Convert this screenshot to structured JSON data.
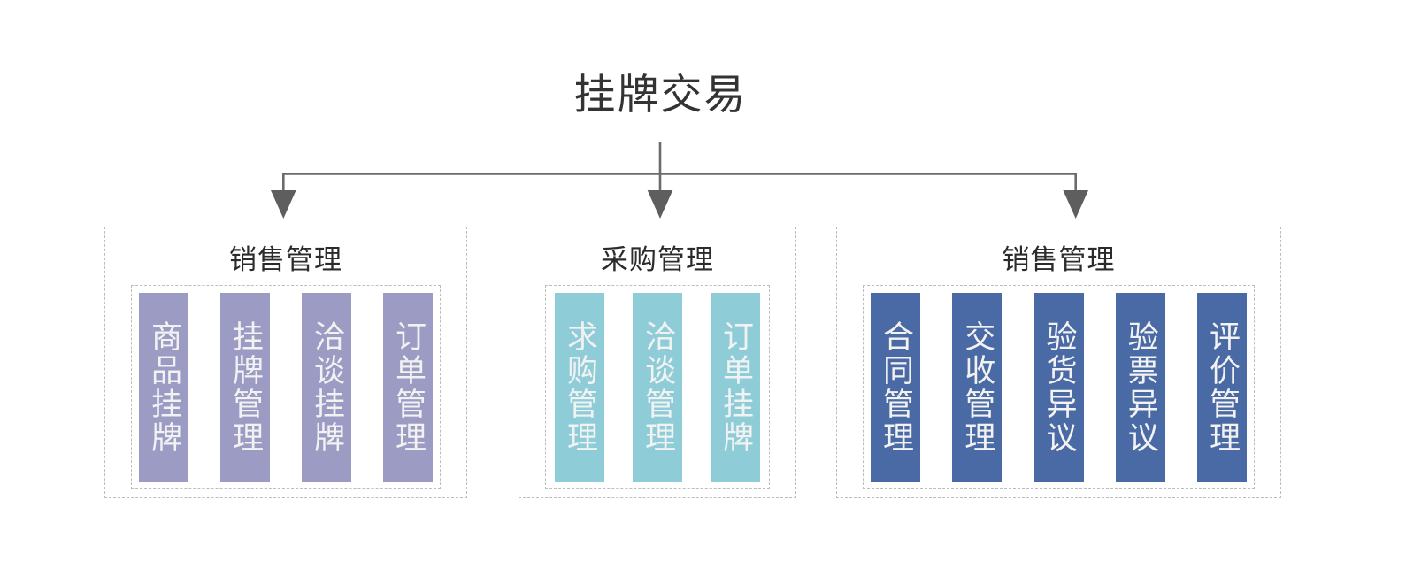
{
  "diagram": {
    "type": "hierarchy-tree",
    "root": {
      "label": "挂牌交易"
    },
    "connector": {
      "line_color": "#6b6b6b",
      "arrow_count": 3,
      "style": "orthogonal-elbow-with-arrowheads"
    },
    "groups": [
      {
        "title": "销售管理",
        "accent": "#9b9bc4",
        "text_color": "#f2f2f2",
        "items": [
          {
            "label": "商品挂牌"
          },
          {
            "label": "挂牌管理"
          },
          {
            "label": "洽谈挂牌"
          },
          {
            "label": "订单管理"
          }
        ]
      },
      {
        "title": "采购管理",
        "accent": "#8ecdd8",
        "text_color": "#f7f7f7",
        "items": [
          {
            "label": "求购管理"
          },
          {
            "label": "洽谈管理"
          },
          {
            "label": "订单挂牌"
          }
        ]
      },
      {
        "title": "销售管理",
        "accent": "#4a6aa5",
        "text_color": "#f2f2f2",
        "items": [
          {
            "label": "合同管理"
          },
          {
            "label": "交收管理"
          },
          {
            "label": "验货异议"
          },
          {
            "label": "验票异议"
          },
          {
            "label": "评价管理"
          }
        ]
      }
    ],
    "palette": {
      "background": "#ffffff",
      "title_color": "#333333",
      "group_border": "#bdbdbd",
      "connector": "#6b6b6b",
      "sales_purple": "#9b9bc4",
      "procurement_teal": "#8ecdd8",
      "settlement_blue": "#4a6aa5"
    }
  }
}
